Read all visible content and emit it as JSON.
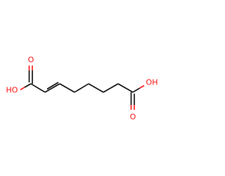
{
  "molecule": {
    "colors": {
      "bond": "#000000",
      "oxygen": "#ff0d0d",
      "background": "#ffffff"
    },
    "labels": {
      "left_carbonyl_oxygen": "O",
      "left_hydroxyl": "HO",
      "right_carbonyl_oxygen": "O",
      "right_hydroxyl": "OH"
    }
  }
}
